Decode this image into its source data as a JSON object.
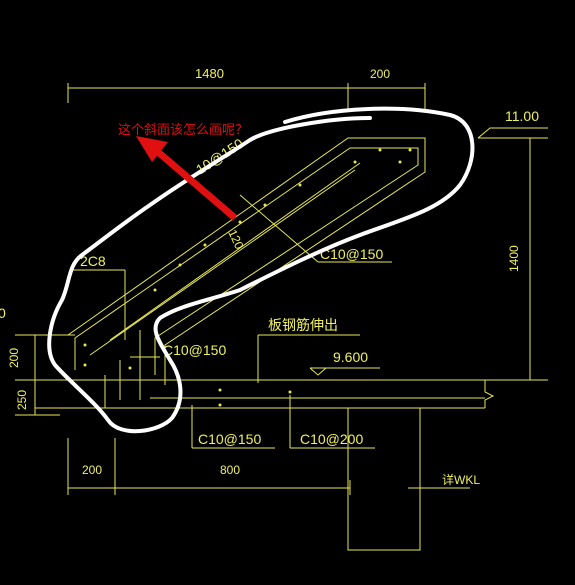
{
  "colors": {
    "background": "#000000",
    "line": "#e6e655",
    "text": "#f0f060",
    "markup_red": "#e01010",
    "markup_white": "#ffffff"
  },
  "dimensions": {
    "top_span": "1480",
    "top_ext": "200",
    "elev_top": "11.00",
    "height_right": "1400",
    "left_200": "200",
    "left_250": "250",
    "left_edge": "0",
    "bottom_200": "200",
    "bottom_800": "800"
  },
  "labels": {
    "question": "这个斜面该怎么画呢？",
    "rebar_diag": "10@150",
    "thickness": "120",
    "rebar_mid": "C10@150",
    "rebar_2c8": "2C8",
    "rebar_left": "C10@150",
    "slab_extend": "板钢筋伸出",
    "elev_mid": "9.600",
    "rebar_b1": "C10@150",
    "rebar_b2": "C10@200",
    "detail": "详WKL"
  }
}
